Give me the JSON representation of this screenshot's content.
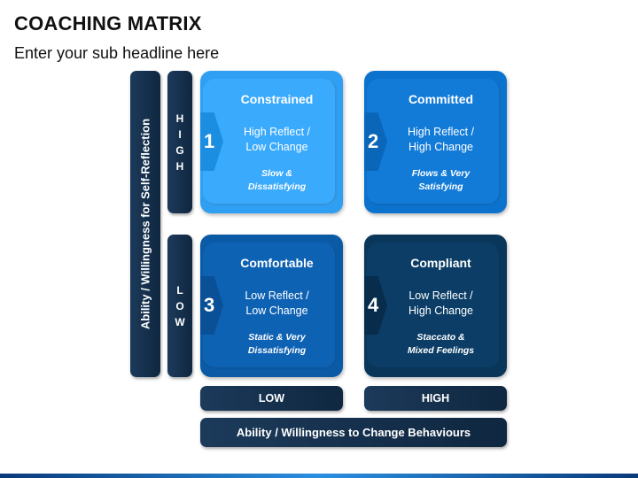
{
  "header": {
    "title": "COACHING MATRIX",
    "subtitle": "Enter your sub headline here"
  },
  "y_axis": {
    "label": "Ability / Willingness for Self-Reflection",
    "high_letters": [
      "H",
      "I",
      "G",
      "H"
    ],
    "low_letters": [
      "L",
      "O",
      "W"
    ]
  },
  "x_axis": {
    "label": "Ability / Willingness to Change Behaviours",
    "low": "LOW",
    "high": "HIGH"
  },
  "quadrants": [
    {
      "number": "1",
      "title": "Constrained",
      "desc": [
        "High Reflect /",
        "Low Change"
      ],
      "note": [
        "Slow &",
        "Dissatisfying"
      ]
    },
    {
      "number": "2",
      "title": "Committed",
      "desc": [
        "High Reflect /",
        "High Change"
      ],
      "note": [
        "Flows & Very",
        "Satisfying"
      ]
    },
    {
      "number": "3",
      "title": "Comfortable",
      "desc": [
        "Low Reflect /",
        "Low Change"
      ],
      "note": [
        "Static & Very",
        "Dissatisfying"
      ]
    },
    {
      "number": "4",
      "title": "Compliant",
      "desc": [
        "Low Reflect /",
        "High Change"
      ],
      "note": [
        "Staccato &",
        "Mixed Feelings"
      ]
    }
  ],
  "colors": {
    "q1": "#3aaafc",
    "q2": "#127bd8",
    "q3": "#0e62b3",
    "q4": "#0b3d66",
    "axis_bar": "#163250"
  }
}
